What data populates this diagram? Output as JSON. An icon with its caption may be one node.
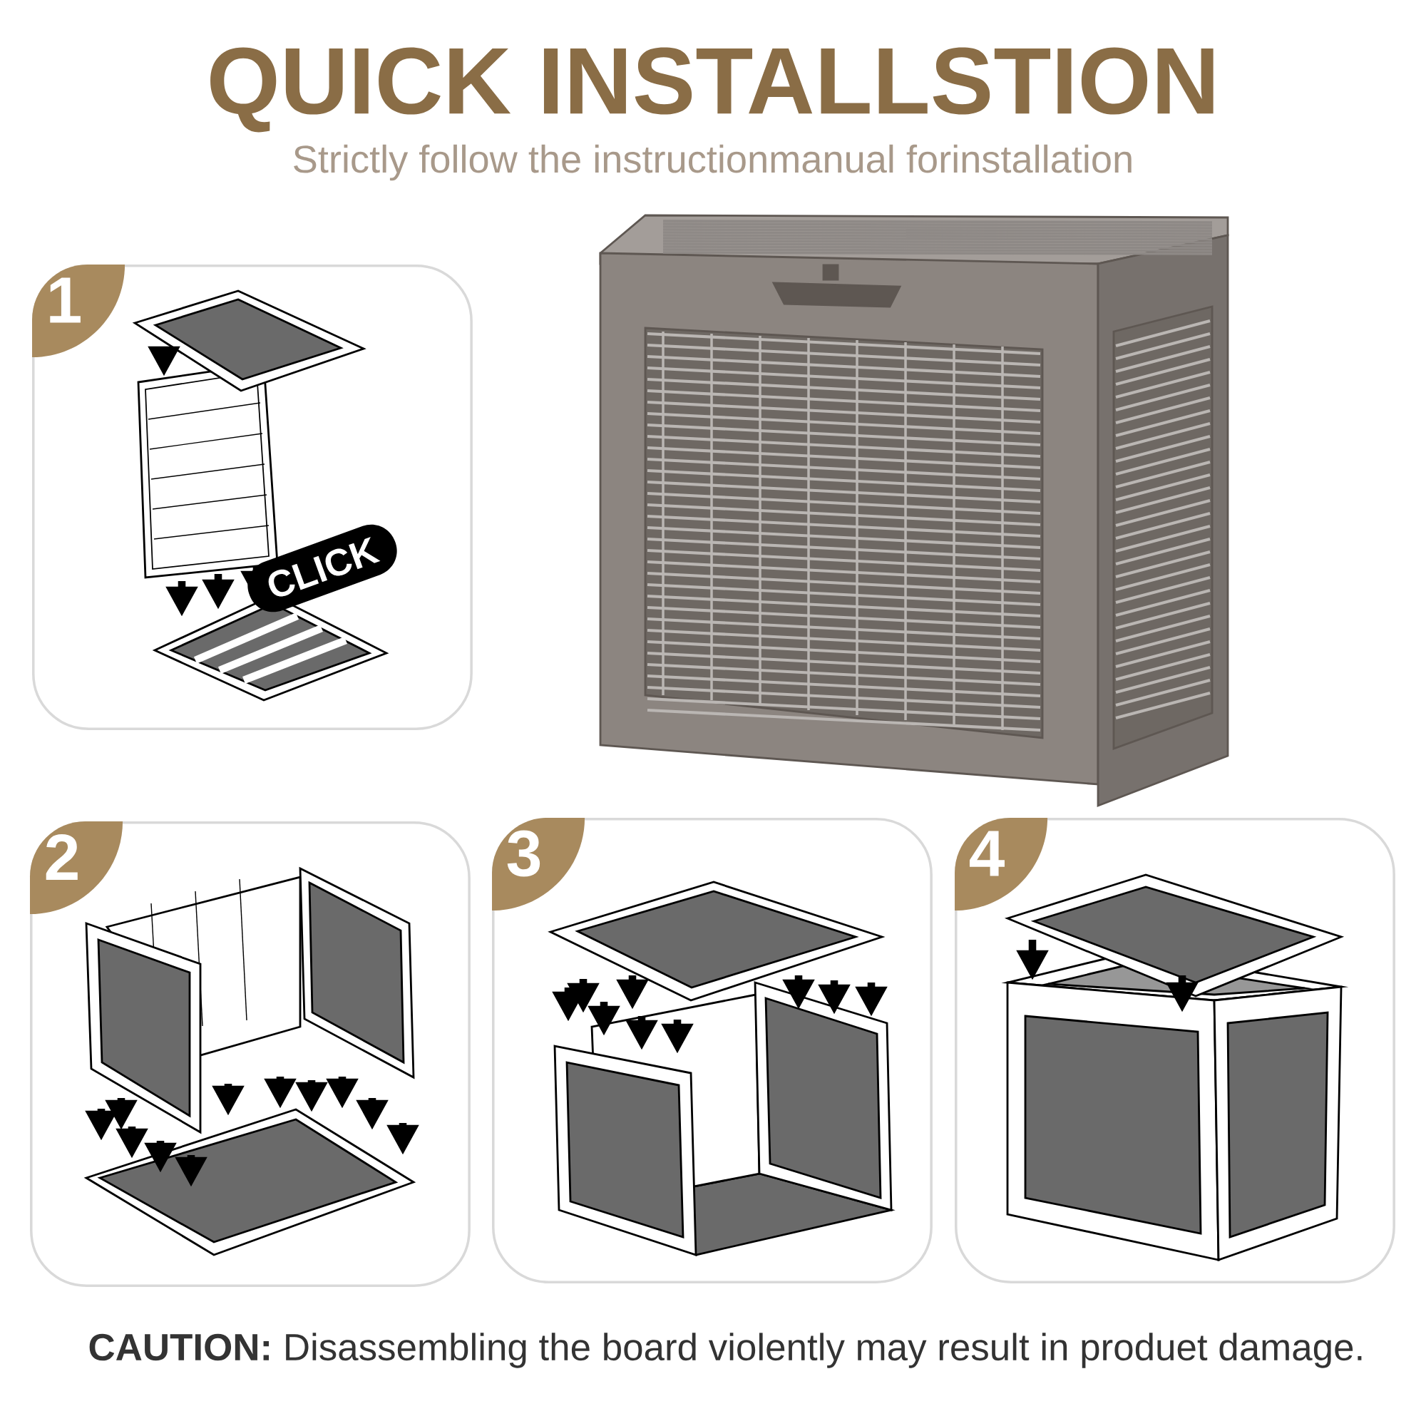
{
  "diagram": {
    "title": "QUICK INSTALLSTION",
    "nodes": [
      {
        "text": [
          "1"
        ]
      },
      {
        "text": [
          "2"
        ]
      },
      {
        "text": [
          "3"
        ]
      },
      {
        "text": [
          "4"
        ]
      }
    ],
    "labels": [
      "Strictly follow the instructionmanual forinstallation",
      "CLICK",
      "**CAUTION:** Disassembling the board violently may result in produet damage."
    ]
  }
}
